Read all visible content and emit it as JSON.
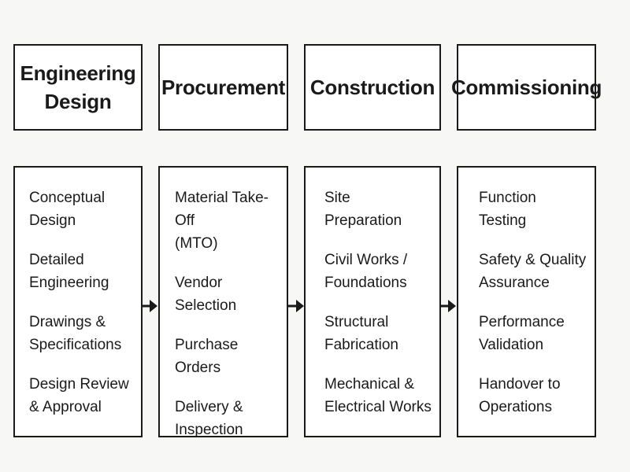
{
  "phases": [
    {
      "title": "Engineering\nDesign",
      "items": [
        "Conceptual\nDesign",
        "Detailed\nEngineering",
        "Drawings &\nSpecifications",
        "Design Review\n& Approval"
      ]
    },
    {
      "title": "Procurement",
      "items": [
        "Material Take-Off\n(MTO)",
        "Vendor Selection",
        "Purchase Orders",
        "Delivery &\nInspection"
      ]
    },
    {
      "title": "Construction",
      "items": [
        "Site Preparation",
        "Civil Works /\nFoundations",
        "Structural\nFabrication",
        "Mechanical &\nElectrical Works"
      ]
    },
    {
      "title": "Commissioning",
      "items": [
        "Function Testing",
        "Safety & Quality\nAssurance",
        "Performance\nValidation",
        "Handover to\nOperations"
      ]
    }
  ],
  "colors": {
    "border": "#1a1a1a",
    "box_fill": "#ffffff",
    "background": "#f7f7f6"
  },
  "icons": {
    "connector": "arrow-right-icon"
  }
}
